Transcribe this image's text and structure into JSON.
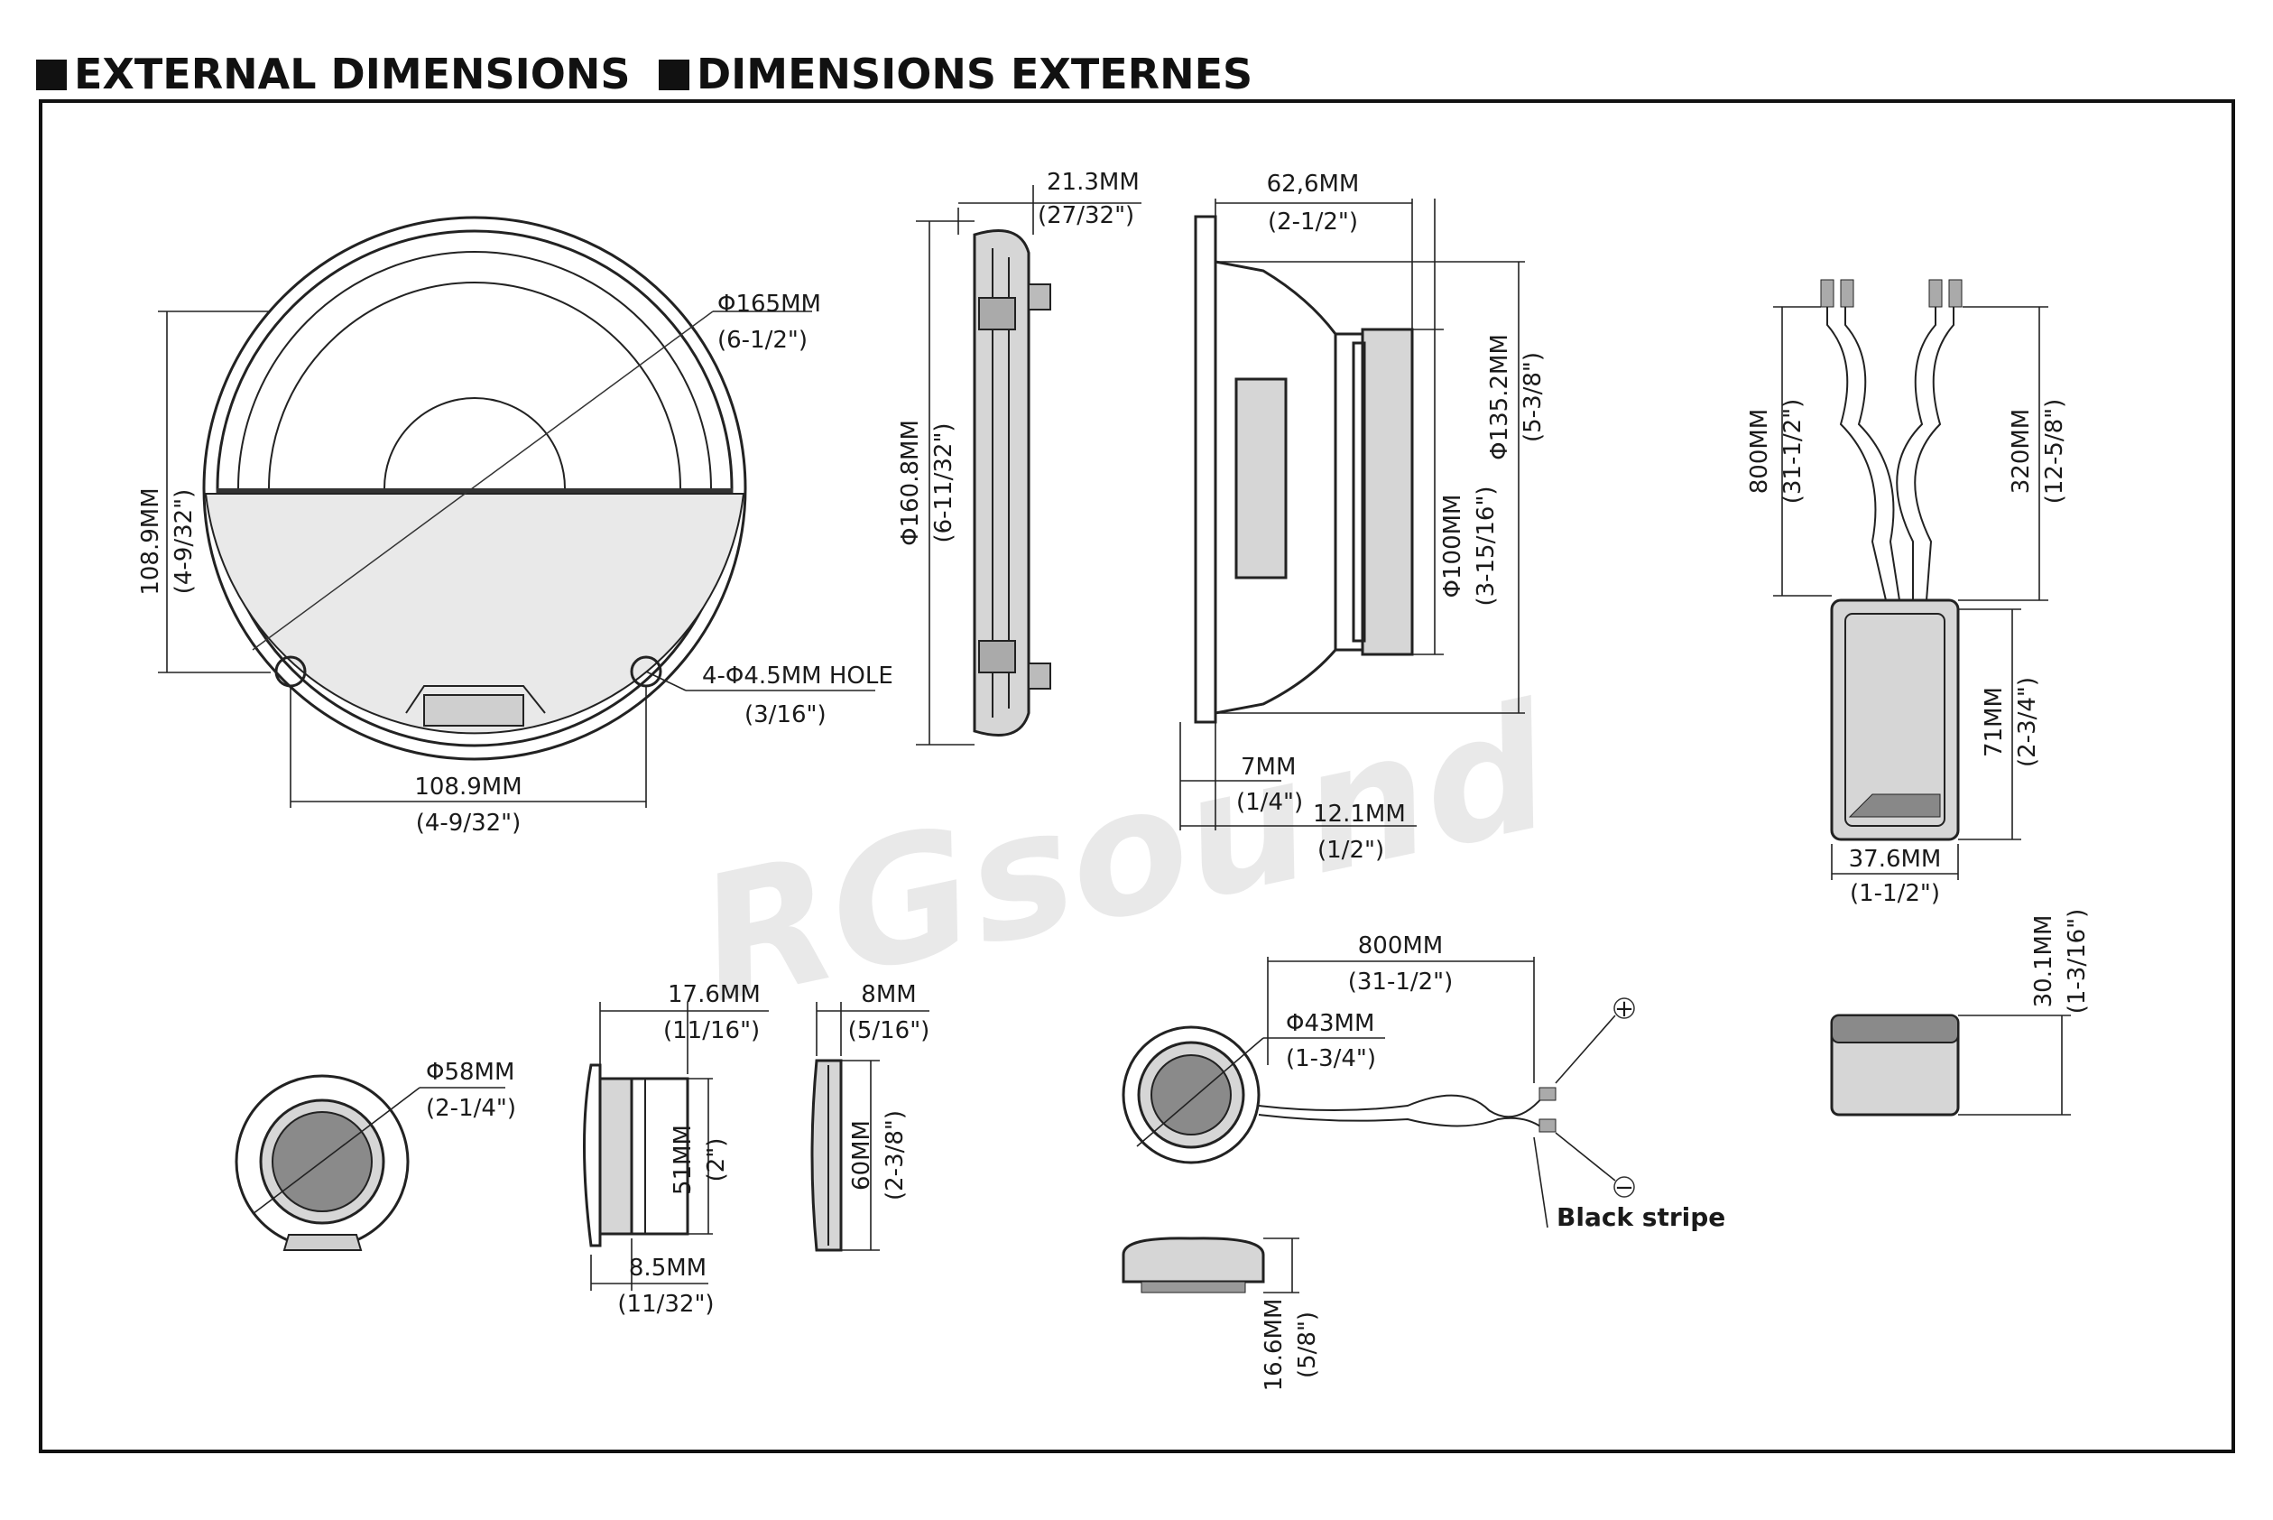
{
  "titles": {
    "en": "EXTERNAL DIMENSIONS",
    "fr": "DIMENSIONS EXTERNES"
  },
  "watermark": "RGsound",
  "woofer_front": {
    "outer_diameter": "Φ165MM",
    "outer_diameter_in": "(6-1/2\")",
    "height": "108.9MM",
    "height_in": "(4-9/32\")",
    "width": "108.9MM",
    "width_in": "(4-9/32\")",
    "hole": "4-Φ4.5MM HOLE",
    "hole_in": "(3/16\")"
  },
  "woofer_side": {
    "flange_depth": "21.3MM",
    "flange_depth_in": "(27/32\")",
    "diameter": "Φ160.8MM",
    "diameter_in": "(6-11/32\")"
  },
  "woofer_profile": {
    "mount_depth": "62,6MM",
    "mount_depth_in": "(2-1/2\")",
    "basket_diameter": "Φ135.2MM",
    "basket_diameter_in": "(5-3/8\")",
    "magnet_diameter": "Φ100MM",
    "magnet_diameter_in": "(3-15/16\")",
    "gasket": "7MM",
    "gasket_in": "(1/4\")",
    "front_height": "12.1MM",
    "front_height_in": "(1/2\")"
  },
  "crossover": {
    "lead_length": "800MM",
    "lead_length_in": "(31-1/2\")",
    "output_length": "320MM",
    "output_length_in": "(12-5/8\")",
    "height": "71MM",
    "height_in": "(2-3/4\")",
    "width": "37.6MM",
    "width_in": "(1-1/2\")",
    "depth": "30.1MM",
    "depth_in": "(1-3/16\")"
  },
  "tweeter_flush": {
    "diameter": "Φ58MM",
    "diameter_in": "(2-1/4\")",
    "depth": "17.6MM",
    "depth_in": "(11/16\")",
    "body_diameter": "51MM",
    "body_diameter_in": "(2\")",
    "flange": "8.5MM",
    "flange_in": "(11/32\")"
  },
  "tweeter_cup": {
    "thickness": "8MM",
    "thickness_in": "(5/16\")",
    "diameter": "60MM",
    "diameter_in": "(2-3/8\")"
  },
  "tweeter_surface": {
    "cable_length": "800MM",
    "cable_length_in": "(31-1/2\")",
    "diameter": "Φ43MM",
    "diameter_in": "(1-3/4\")",
    "plus": "+",
    "minus": "−",
    "stripe": "Black stripe",
    "height": "16.6MM",
    "height_in": "(5/8\")"
  }
}
